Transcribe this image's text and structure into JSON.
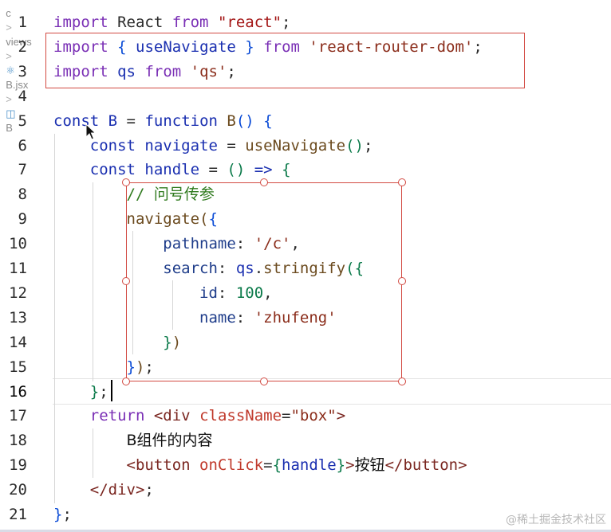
{
  "breadcrumb": {
    "parts": [
      "c",
      "views",
      "B.jsx",
      "B"
    ],
    "separator": ">"
  },
  "editor": {
    "active_line": 16,
    "lines": [
      {
        "n": "1",
        "tokens": [
          [
            "kw",
            "import"
          ],
          [
            "pl",
            " React "
          ],
          [
            "kw",
            "from"
          ],
          [
            "pl",
            " "
          ],
          [
            "str",
            "\"react\""
          ],
          [
            "pl",
            ";"
          ]
        ]
      },
      {
        "n": "2",
        "tokens": [
          [
            "kw",
            "import"
          ],
          [
            "pl",
            " "
          ],
          [
            "brk",
            "{"
          ],
          [
            "pl",
            " "
          ],
          [
            "ident",
            "useNavigate"
          ],
          [
            "pl",
            " "
          ],
          [
            "brk",
            "}"
          ],
          [
            "pl",
            " "
          ],
          [
            "kw",
            "from"
          ],
          [
            "pl",
            " "
          ],
          [
            "str2",
            "'react-router-dom'"
          ],
          [
            "pl",
            ";"
          ]
        ]
      },
      {
        "n": "3",
        "tokens": [
          [
            "kw",
            "import"
          ],
          [
            "pl",
            " "
          ],
          [
            "ident",
            "qs"
          ],
          [
            "pl",
            " "
          ],
          [
            "kw",
            "from"
          ],
          [
            "pl",
            " "
          ],
          [
            "str2",
            "'qs'"
          ],
          [
            "pl",
            ";"
          ]
        ]
      },
      {
        "n": "4",
        "tokens": []
      },
      {
        "n": "5",
        "tokens": [
          [
            "kb",
            "const"
          ],
          [
            "pl",
            " "
          ],
          [
            "ident",
            "B"
          ],
          [
            "pl",
            " = "
          ],
          [
            "kb",
            "function"
          ],
          [
            "pl",
            " "
          ],
          [
            "fn",
            "B"
          ],
          [
            "brk",
            "()"
          ],
          [
            "pl",
            " "
          ],
          [
            "brk",
            "{"
          ]
        ]
      },
      {
        "n": "6",
        "tokens": [
          [
            "pl",
            "    "
          ],
          [
            "kb",
            "const"
          ],
          [
            "pl",
            " "
          ],
          [
            "ident",
            "navigate"
          ],
          [
            "pl",
            " = "
          ],
          [
            "fn",
            "useNavigate"
          ],
          [
            "brk2",
            "()"
          ],
          [
            "pl",
            ";"
          ]
        ]
      },
      {
        "n": "7",
        "tokens": [
          [
            "pl",
            "    "
          ],
          [
            "kb",
            "const"
          ],
          [
            "pl",
            " "
          ],
          [
            "ident",
            "handle"
          ],
          [
            "pl",
            " = "
          ],
          [
            "brk2",
            "()"
          ],
          [
            "pl",
            " "
          ],
          [
            "kb",
            "=>"
          ],
          [
            "pl",
            " "
          ],
          [
            "brk2",
            "{"
          ]
        ]
      },
      {
        "n": "8",
        "tokens": [
          [
            "pl",
            "        "
          ],
          [
            "cmt",
            "// 问号传参"
          ]
        ]
      },
      {
        "n": "9",
        "tokens": [
          [
            "pl",
            "        "
          ],
          [
            "fn",
            "navigate"
          ],
          [
            "brk3",
            "("
          ],
          [
            "brk",
            "{"
          ]
        ]
      },
      {
        "n": "10",
        "tokens": [
          [
            "pl",
            "            "
          ],
          [
            "prop",
            "pathname"
          ],
          [
            "pl",
            ": "
          ],
          [
            "str2",
            "'/c'"
          ],
          [
            "pl",
            ","
          ]
        ]
      },
      {
        "n": "11",
        "tokens": [
          [
            "pl",
            "            "
          ],
          [
            "prop",
            "search"
          ],
          [
            "pl",
            ": "
          ],
          [
            "ident",
            "qs"
          ],
          [
            "pl",
            "."
          ],
          [
            "fn",
            "stringify"
          ],
          [
            "brk2",
            "("
          ],
          [
            "brk2",
            "{"
          ]
        ]
      },
      {
        "n": "12",
        "tokens": [
          [
            "pl",
            "                "
          ],
          [
            "prop",
            "id"
          ],
          [
            "pl",
            ": "
          ],
          [
            "num",
            "100"
          ],
          [
            "pl",
            ","
          ]
        ]
      },
      {
        "n": "13",
        "tokens": [
          [
            "pl",
            "                "
          ],
          [
            "prop",
            "name"
          ],
          [
            "pl",
            ": "
          ],
          [
            "str2",
            "'zhufeng'"
          ]
        ]
      },
      {
        "n": "14",
        "tokens": [
          [
            "pl",
            "            "
          ],
          [
            "brk2",
            "}"
          ],
          [
            "brk3",
            ")"
          ]
        ]
      },
      {
        "n": "15",
        "tokens": [
          [
            "pl",
            "        "
          ],
          [
            "brk",
            "}"
          ],
          [
            "brk3",
            ")"
          ],
          [
            "pl",
            ";"
          ]
        ]
      },
      {
        "n": "16",
        "tokens": [
          [
            "pl",
            "    "
          ],
          [
            "brk2",
            "}"
          ],
          [
            "pl",
            ";"
          ]
        ]
      },
      {
        "n": "17",
        "tokens": [
          [
            "pl",
            "    "
          ],
          [
            "kw",
            "return"
          ],
          [
            "pl",
            " "
          ],
          [
            "tag",
            "<div"
          ],
          [
            "pl",
            " "
          ],
          [
            "attr",
            "className"
          ],
          [
            "pl",
            "="
          ],
          [
            "str2",
            "\"box\""
          ],
          [
            "tag",
            ">"
          ]
        ]
      },
      {
        "n": "18",
        "tokens": [
          [
            "pl",
            "        "
          ],
          [
            "jsx",
            "B组件的内容"
          ]
        ]
      },
      {
        "n": "19",
        "tokens": [
          [
            "pl",
            "        "
          ],
          [
            "tag",
            "<button"
          ],
          [
            "pl",
            " "
          ],
          [
            "attr",
            "onClick"
          ],
          [
            "pl",
            "="
          ],
          [
            "brk2",
            "{"
          ],
          [
            "ident",
            "handle"
          ],
          [
            "brk2",
            "}"
          ],
          [
            "tag",
            ">"
          ],
          [
            "jsx",
            "按钮"
          ],
          [
            "tag",
            "</button>"
          ]
        ]
      },
      {
        "n": "20",
        "tokens": [
          [
            "pl",
            "    "
          ],
          [
            "tag",
            "</div>"
          ],
          [
            "pl",
            ";"
          ]
        ]
      },
      {
        "n": "21",
        "tokens": [
          [
            "brk",
            "}"
          ],
          [
            "pl",
            ";"
          ]
        ]
      }
    ]
  },
  "annotation_color": "#d24a42",
  "watermark": "@稀土掘金技术社区"
}
